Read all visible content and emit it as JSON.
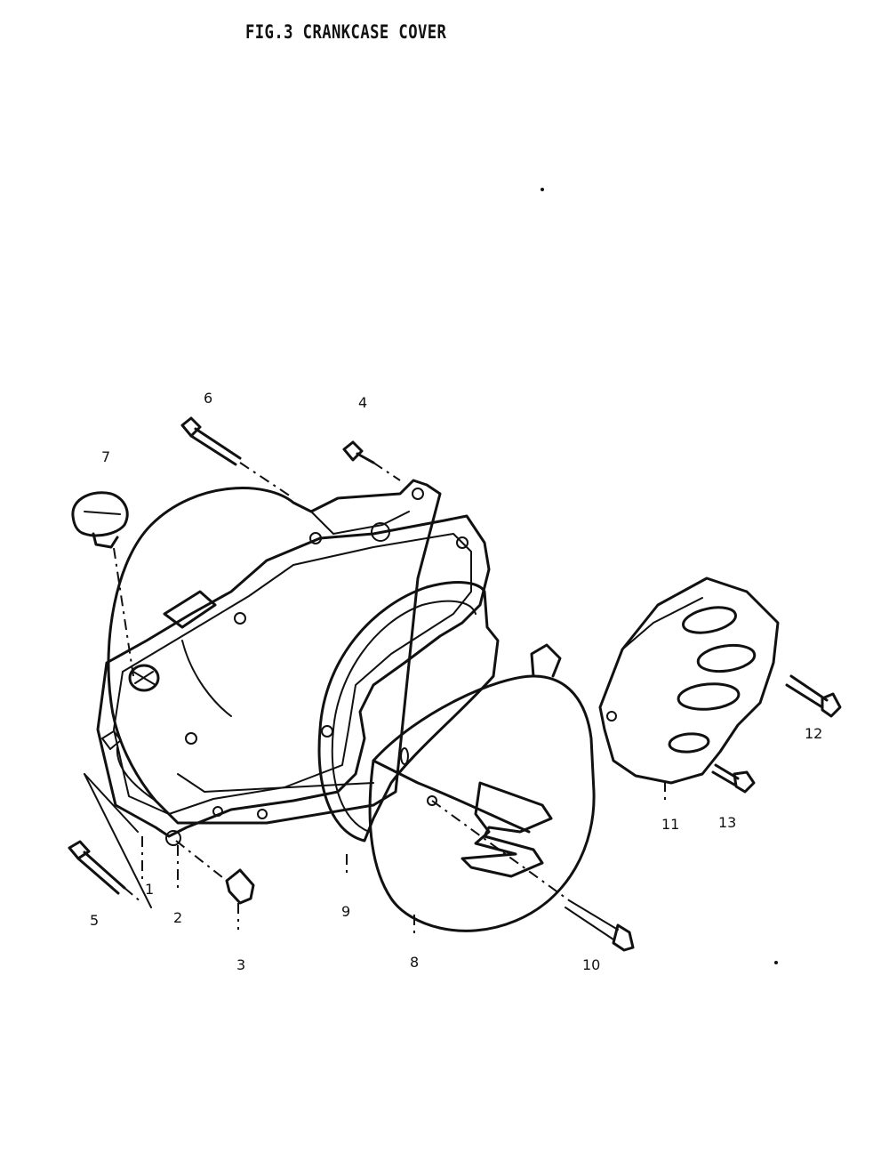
{
  "title": "FIG.3  CRANKCASE COVER",
  "parts": [
    {
      "num": "1"
    },
    {
      "num": "2"
    },
    {
      "num": "3"
    },
    {
      "num": "4"
    },
    {
      "num": "5"
    },
    {
      "num": "6"
    },
    {
      "num": "7"
    },
    {
      "num": "8"
    },
    {
      "num": "9"
    },
    {
      "num": "10"
    },
    {
      "num": "11"
    },
    {
      "num": "12"
    },
    {
      "num": "13"
    }
  ],
  "colors": {
    "line": "#111111",
    "background": "#ffffff"
  }
}
